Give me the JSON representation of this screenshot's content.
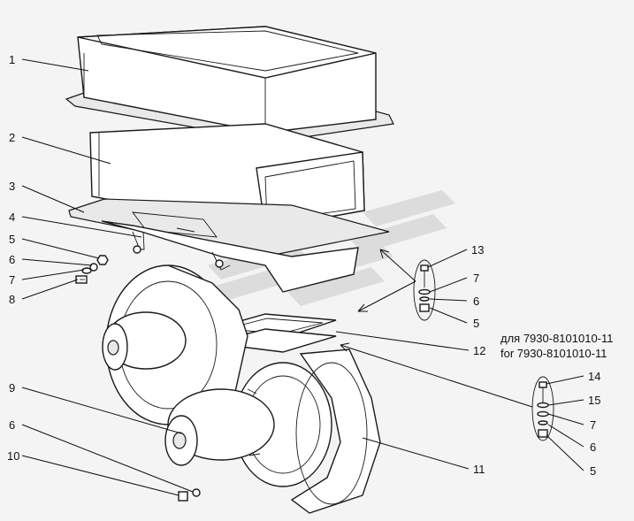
{
  "callouts": [
    {
      "id": "c1",
      "label": "1"
    },
    {
      "id": "c2",
      "label": "2"
    },
    {
      "id": "c3",
      "label": "3"
    },
    {
      "id": "c4",
      "label": "4"
    },
    {
      "id": "c5",
      "label": "5"
    },
    {
      "id": "c6",
      "label": "6"
    },
    {
      "id": "c7",
      "label": "7"
    },
    {
      "id": "c8",
      "label": "8"
    },
    {
      "id": "c9",
      "label": "9"
    },
    {
      "id": "c6b",
      "label": "6"
    },
    {
      "id": "c10",
      "label": "10"
    },
    {
      "id": "c11",
      "label": "11"
    },
    {
      "id": "c12",
      "label": "12"
    },
    {
      "id": "c13",
      "label": "13"
    },
    {
      "id": "c7b",
      "label": "7"
    },
    {
      "id": "c6c",
      "label": "6"
    },
    {
      "id": "c5b",
      "label": "5"
    },
    {
      "id": "c14",
      "label": "14"
    },
    {
      "id": "c15",
      "label": "15"
    },
    {
      "id": "c7c",
      "label": "7"
    },
    {
      "id": "c6d",
      "label": "6"
    },
    {
      "id": "c5c",
      "label": "5"
    }
  ],
  "variant_note": {
    "ru": "для 7930-8101010-11",
    "en": "for 7930-8101010-11"
  },
  "watermark_color": "#c9c9c9"
}
